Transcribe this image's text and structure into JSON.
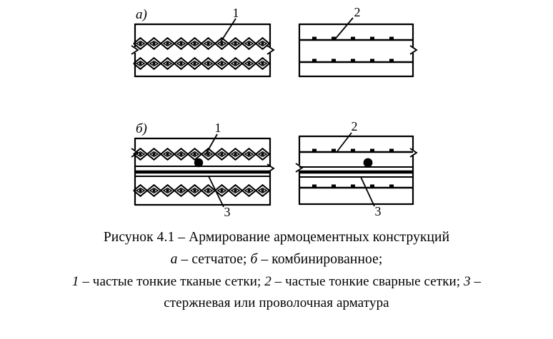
{
  "figure": {
    "panels": [
      {
        "key": "a-left",
        "part_label": "а)",
        "callouts": [
          {
            "id": "c1",
            "text": "1"
          }
        ],
        "mesh_type": "woven",
        "layers": 2,
        "has_center_bar": false
      },
      {
        "key": "a-right",
        "part_label": "",
        "callouts": [
          {
            "id": "c2",
            "text": "2"
          }
        ],
        "mesh_type": "welded",
        "layers": 2,
        "has_center_bar": false
      },
      {
        "key": "b-left",
        "part_label": "б)",
        "callouts": [
          {
            "id": "c1",
            "text": "1"
          },
          {
            "id": "c3",
            "text": "3"
          }
        ],
        "mesh_type": "woven",
        "layers": 2,
        "has_center_bar": true
      },
      {
        "key": "b-right",
        "part_label": "",
        "callouts": [
          {
            "id": "c2",
            "text": "2"
          },
          {
            "id": "c3",
            "text": "3"
          }
        ],
        "mesh_type": "welded",
        "layers": 2,
        "has_center_bar": true
      }
    ],
    "stroke_color": "#000000",
    "background_color": "#ffffff"
  },
  "caption": {
    "line1": "Рисунок 4.1 – Армирование армоцементных конструкций",
    "line2_parts": {
      "a": "а",
      "a_desc": " – сетчатое; ",
      "b": "б",
      "b_desc": " – комбинированное;"
    },
    "line3_parts": {
      "n1": "1",
      "n1_desc": " – частые тонкие тканые сетки; ",
      "n2": "2",
      "n2_desc": " – частые тонкие сварные сетки; ",
      "n3": "3",
      "n3_desc": " –"
    },
    "line4": "стержневая или проволочная арматура"
  }
}
